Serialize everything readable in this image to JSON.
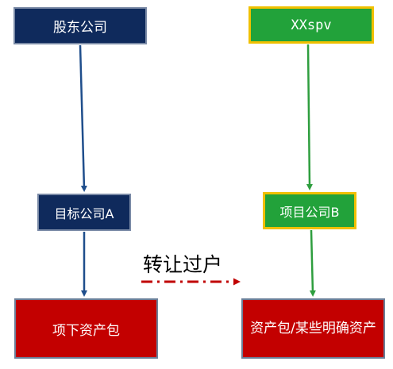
{
  "nodes": {
    "shareholder": "股东公司",
    "spv": "XXspv",
    "target": "目标公司A",
    "project": "项目公司B",
    "assets_under": "项下资产包",
    "asset_package": "资产包/某些明确资产"
  },
  "edge_label": "转让过户",
  "colors": {
    "navy": "#0f2a5c",
    "green": "#22a23a",
    "red": "#c30000",
    "gold_border": "#f0c000",
    "blue_arrow": "#1f4e8c",
    "green_arrow": "#2e9e3e",
    "red_dash": "#c00000"
  }
}
